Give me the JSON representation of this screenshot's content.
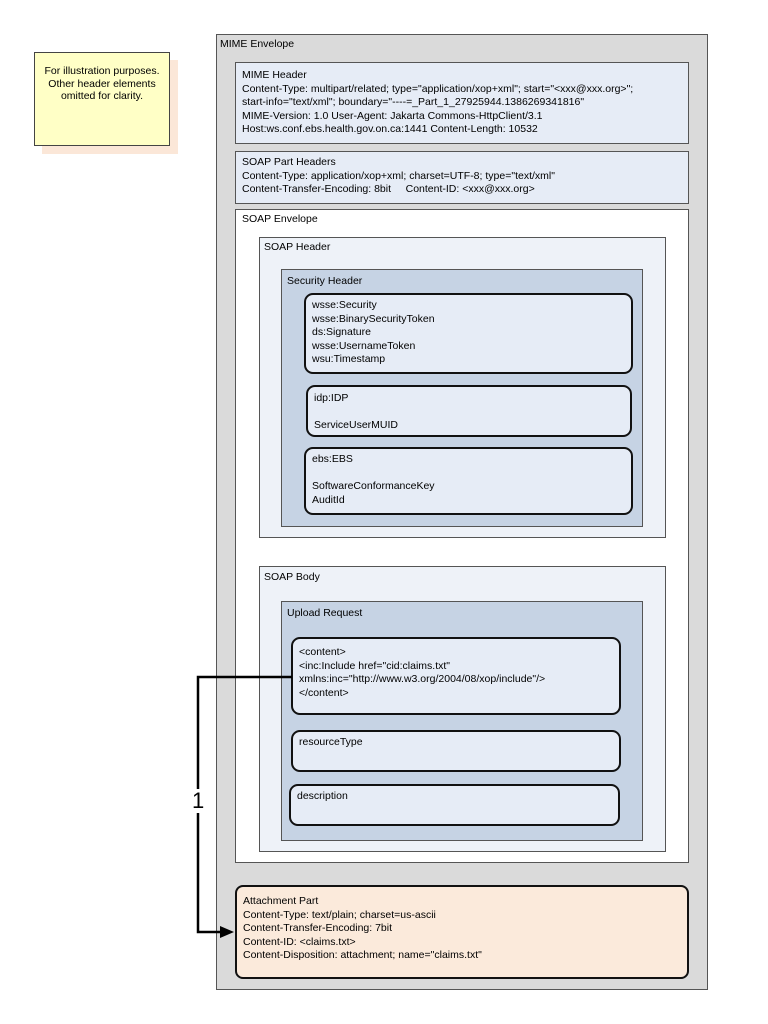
{
  "note": {
    "lines": [
      "For illustration purposes.",
      "Other header elements",
      "omitted for clarity."
    ]
  },
  "mime_envelope": {
    "title": "MIME Envelope"
  },
  "mime_header": {
    "lines": [
      "MIME Header",
      "Content-Type: multipart/related; type=\"application/xop+xml\"; start=\"<xxx@xxx.org>\";",
      "start-info=\"text/xml\"; boundary=\"----=_Part_1_27925944.1386269341816\"",
      "MIME-Version: 1.0 User-Agent: Jakarta Commons-HttpClient/3.1",
      "Host:ws.conf.ebs.health.gov.on.ca:1441 Content-Length: 10532"
    ]
  },
  "soap_part_headers": {
    "lines": [
      "SOAP Part Headers",
      "Content-Type: application/xop+xml; charset=UTF-8; type=\"text/xml\"",
      "Content-Transfer-Encoding: 8bit     Content-ID: <xxx@xxx.org>"
    ]
  },
  "soap_envelope": {
    "title": "SOAP Envelope"
  },
  "soap_header": {
    "title": "SOAP Header"
  },
  "security_header": {
    "title": "Security Header",
    "wsse_lines": [
      "wsse:Security",
      "wsse:BinarySecurityToken",
      "ds:Signature",
      "wsse:UsernameToken",
      "wsu:Timestamp"
    ],
    "idp_lines": [
      "idp:IDP",
      "",
      "ServiceUserMUID"
    ],
    "ebs_lines": [
      "ebs:EBS",
      "",
      "SoftwareConformanceKey",
      "AuditId"
    ]
  },
  "soap_body": {
    "title": "SOAP Body"
  },
  "upload_request": {
    "title": "Upload Request",
    "content_lines": [
      "<content>",
      "<inc:Include href=\"cid:claims.txt\"",
      "xmlns:inc=\"http://www.w3.org/2004/08/xop/include\"/>",
      "</content>"
    ],
    "resource_type": "resourceType",
    "description": "description"
  },
  "attachment_part": {
    "lines": [
      "Attachment Part",
      "Content-Type: text/plain; charset=us-ascii",
      "Content-Transfer-Encoding: 7bit",
      "Content-ID: <claims.txt>",
      "Content-Disposition: attachment; name=\"claims.txt\""
    ]
  },
  "connector": {
    "label": "1"
  }
}
